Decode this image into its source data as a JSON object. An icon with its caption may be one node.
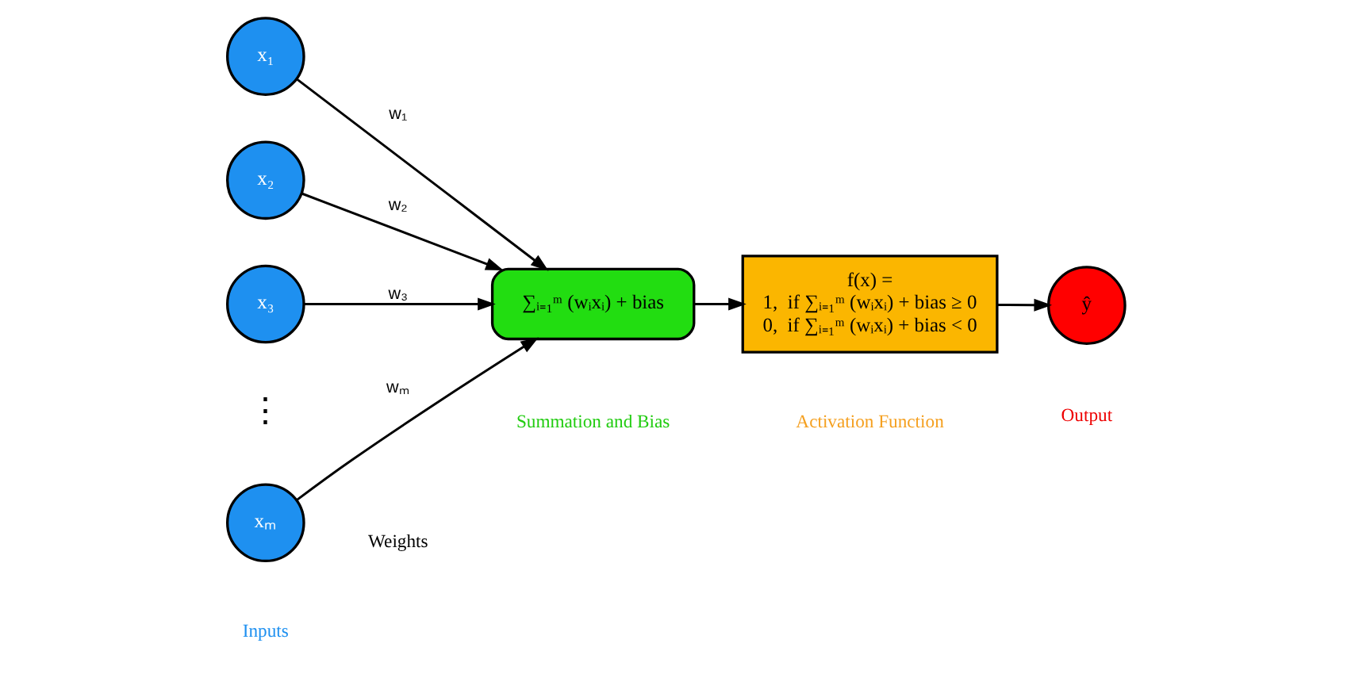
{
  "diagram": {
    "nodes": [
      {
        "text": [
          "x₁"
        ]
      },
      {
        "text": [
          "x₂"
        ]
      },
      {
        "text": [
          "x₃"
        ]
      },
      {
        "text": [
          "xₘ"
        ]
      },
      {
        "text": [
          "∑ᵢ₌₁ᵐ (wᵢxᵢ) + bias"
        ]
      },
      {
        "text": [
          "f(x) =",
          "1,  if ∑ᵢ₌₁ᵐ (wᵢxᵢ) + bias ≥ 0",
          "0,  if ∑ᵢ₌₁ᵐ (wᵢxᵢ) + bias < 0"
        ]
      },
      {
        "text": [
          "ŷ"
        ]
      }
    ],
    "edges": [
      {
        "from": 0,
        "to": 4,
        "arrow": "to",
        "label": "w₁"
      },
      {
        "from": 1,
        "to": 4,
        "arrow": "to",
        "label": "w₂"
      },
      {
        "from": 2,
        "to": 4,
        "arrow": "to",
        "label": "w₃"
      },
      {
        "from": 3,
        "to": 4,
        "arrow": "to",
        "label": "wₘ"
      },
      {
        "from": 4,
        "to": 5,
        "arrow": "to"
      },
      {
        "from": 5,
        "to": 6,
        "arrow": "to"
      }
    ],
    "labels": [
      "⋮",
      "Inputs",
      "Weights",
      "Summation and Bias",
      "Activation Function",
      "Output"
    ]
  }
}
